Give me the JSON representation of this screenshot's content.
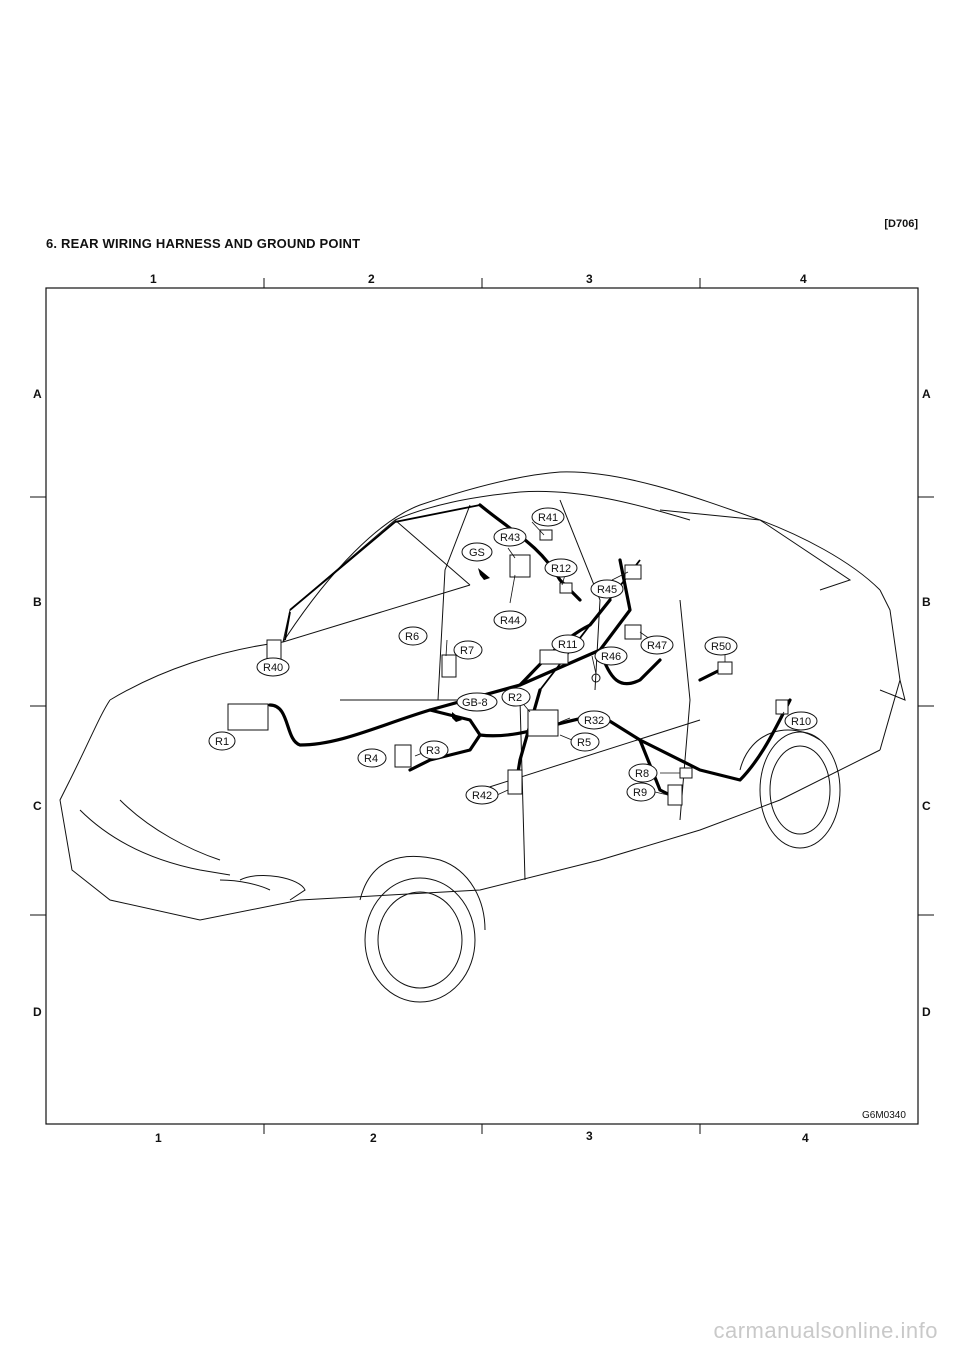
{
  "header": {
    "doc_code": "[D706]",
    "title": "6. REAR WIRING HARNESS AND GROUND POINT"
  },
  "grid": {
    "columns": [
      "1",
      "2",
      "3",
      "4"
    ],
    "rows": [
      "A",
      "B",
      "C",
      "D"
    ]
  },
  "figure": {
    "id": "G6M0340",
    "connectors": [
      "R41",
      "R43",
      "GS",
      "R12",
      "R45",
      "R44",
      "R6",
      "R7",
      "R11",
      "R46",
      "R47",
      "R50",
      "R40",
      "R1",
      "GB-8",
      "R2",
      "R32",
      "R3",
      "R4",
      "R5",
      "R8",
      "R9",
      "R10",
      "R42"
    ]
  },
  "footer": {
    "watermark": "carmanualsonline.info"
  }
}
